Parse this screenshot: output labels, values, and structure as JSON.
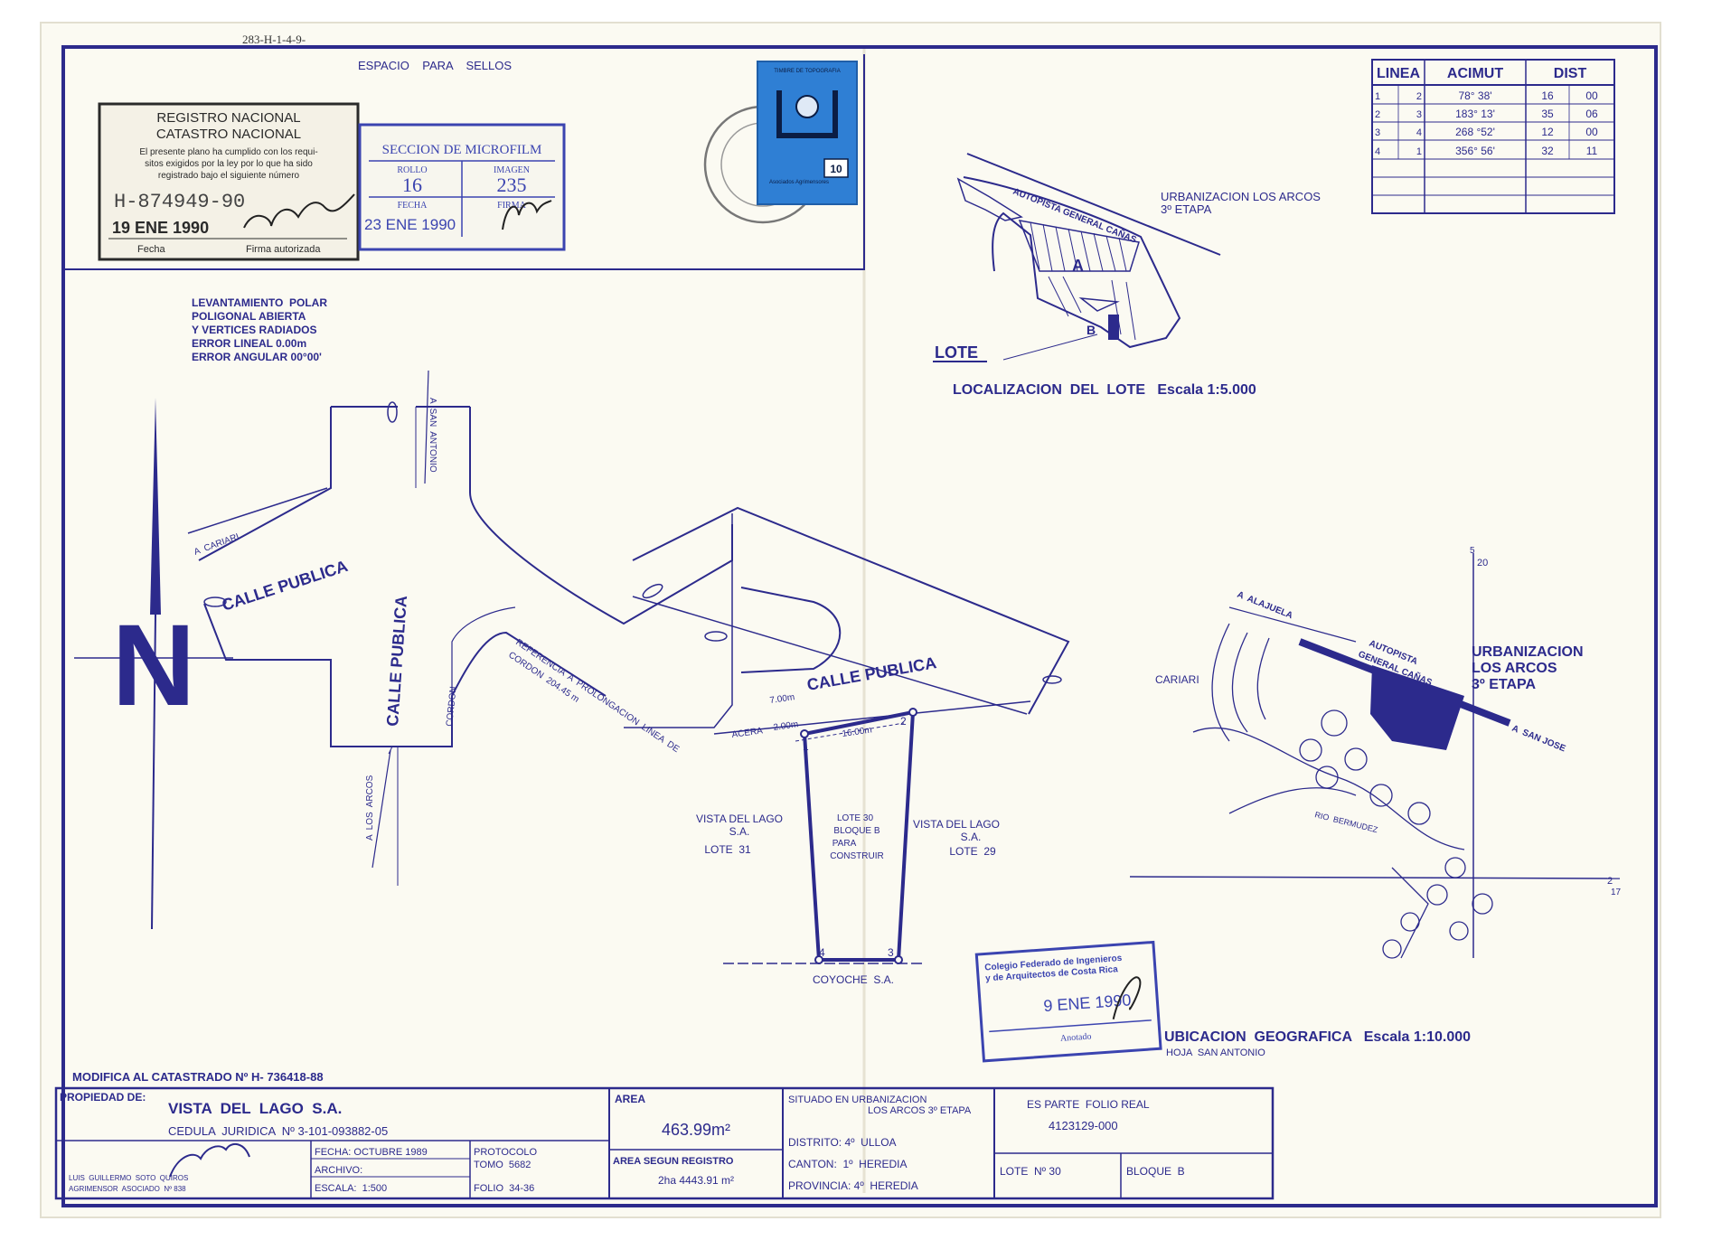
{
  "colors": {
    "paper": "#fbfaf2",
    "ink": "#2c2a8c",
    "stamp_black": "#2a2a2a",
    "stamp_blue": "#3b44b0",
    "revenue_stamp": "#2f7fd4"
  },
  "header": {
    "sheet_code": "283-H-1-4-9-",
    "stamps_area_label": "ESPACIO    PARA    SELLOS"
  },
  "registry_stamp": {
    "line1": "REGISTRO NACIONAL",
    "line2": "CATASTRO NACIONAL",
    "text1": "El presente plano ha cumplido con los requi-",
    "text2": "sitos exigidos por la ley por lo que ha sido",
    "text3": "registrado bajo el siguiente número",
    "number": "H-874949-90",
    "date": "19 ENE 1990",
    "date_label": "Fecha",
    "sign_label": "Firma autorizada"
  },
  "microfilm_stamp": {
    "title": "SECCION DE MICROFILM",
    "rollo_label": "ROLLO",
    "imagen_label": "IMAGEN",
    "rollo": "16",
    "imagen": "235",
    "fecha_label": "FECHA",
    "firma_label": "FIRMA",
    "date": "23 ENE 1990"
  },
  "revenue_stamp": {
    "top": "TIMBRE DE TOPOGRAFIA",
    "value": "10",
    "org": "Asociados Agrimensores"
  },
  "survey_notes": [
    "LEVANTAMIENTO  POLAR",
    "POLIGONAL  ABIERTA",
    "Y VERTICES RADIADOS",
    "ERROR LINEAL 0.00m",
    "ERROR ANGULAR 00°00'"
  ],
  "coord_table": {
    "headers": [
      "LINEA",
      "ACIMUT",
      "DIST"
    ],
    "rows": [
      {
        "from": "1",
        "to": "2",
        "azimuth": "78° 38'",
        "dist_m": "16",
        "dist_cm": "00"
      },
      {
        "from": "2",
        "to": "3",
        "azimuth": "183° 13'",
        "dist_m": "35",
        "dist_cm": "06"
      },
      {
        "from": "3",
        "to": "4",
        "azimuth": "268 °52'",
        "dist_m": "12",
        "dist_cm": "00"
      },
      {
        "from": "4",
        "to": "1",
        "azimuth": "356° 56'",
        "dist_m": "32",
        "dist_cm": "11"
      }
    ]
  },
  "location_map": {
    "road_label": "AUTOPISTA GENERAL CAÑAS",
    "urbanization": "URBANIZACION LOS ARCOS",
    "stage": "3º ETAPA",
    "block_a": "A",
    "block_b": "B",
    "lot_label": "LOTE",
    "title": "LOCALIZACION  DEL  LOTE   Escala 1:5.000"
  },
  "main_plan": {
    "north": "N",
    "to_cariari": "A  CARIARI",
    "to_san_antonio": "A  SAN  ANTONIO",
    "to_los_arcos": "A  LOS  ARCOS",
    "calle_publica_1": "CALLE PUBLICA",
    "calle_publica_2": "CALLE PUBLICA",
    "calle_publica_3": "CALLE PUBLICA",
    "cordon": "CORDON",
    "reference_1": "REFERENCIA  A  PROLONGACION  LINEA  DE",
    "reference_2": "CORDON  204.45 m",
    "sidewalk": "ACERA",
    "sidewalk_width": "2.00m",
    "street_width": "7.00m",
    "front_length": "16.00m",
    "vertex_1": "1",
    "vertex_2": "2",
    "vertex_3": "3",
    "vertex_4": "4",
    "west_owner_1": "VISTA DEL LAGO",
    "west_owner_2": "S.A.",
    "west_lot": "LOTE  31",
    "east_owner_1": "VISTA DEL LAGO",
    "east_owner_2": "S.A.",
    "east_lot": "LOTE  29",
    "lot_1": "LOTE 30",
    "lot_2": "BLOQUE B",
    "lot_3": "PARA",
    "lot_4": "CONSTRUIR",
    "south_owner": "COYOCHE  S.A."
  },
  "geo_map": {
    "coord_n": "5",
    "coord_n2": "20",
    "coord_e": "2",
    "coord_e2": "17",
    "to_alajuela": "A  ALAJUELA",
    "road": "AUTOPISTA",
    "road2": "GENERAL CAÑAS",
    "cariari": "CARIARI",
    "river": "RIO  BERMUDEZ",
    "to_san_jose": "A  SAN JOSE",
    "urb_1": "URBANIZACION",
    "urb_2": "LOS ARCOS",
    "urb_3": "3º ETAPA",
    "title": "UBICACION  GEOGRAFICA   Escala 1:10.000",
    "sheet": "HOJA  SAN ANTONIO"
  },
  "engineers_stamp": {
    "line1": "Colegio Federado de Ingenieros",
    "line2": "y de Arquitectos de Costa Rica",
    "date": "9 ENE 1990",
    "footer": "Anotado"
  },
  "title_block": {
    "modifies": "MODIFICA AL CATASTRADO  Nº H- 736418-88",
    "property_label": "PROPIEDAD DE:",
    "owner": "VISTA  DEL  LAGO  S.A.",
    "cedula": "CEDULA  JURIDICA  Nº 3-101-093882-05",
    "area_label": "AREA",
    "area": "463.99m²",
    "area_reg_label": "AREA SEGUN REGISTRO",
    "area_reg": "2ha 4443.91 m²",
    "situado_1": "SITUADO EN URBANIZACION",
    "situado_2": "LOS ARCOS 3º ETAPA",
    "distrito": "DISTRITO: 4º  ULLOA",
    "canton": "CANTON:  1º  HEREDIA",
    "provincia": "PROVINCIA: 4º  HEREDIA",
    "folio_label": "ES PARTE  FOLIO REAL",
    "folio": "4123129-000",
    "lote": "LOTE  Nº 30",
    "bloque": "BLOQUE  B",
    "surveyor_1": "LUIS  GUILLERMO  SOTO  QUIROS",
    "surveyor_2": "AGRIMENSOR  ASOCIADO  Nº 838",
    "fecha": "FECHA: OCTUBRE 1989",
    "archivo": "ARCHIVO:",
    "escala": "ESCALA:  1:500",
    "protocolo_label": "PROTOCOLO",
    "tomo": "TOMO  5682",
    "folio_prot": "FOLIO  34-36"
  }
}
